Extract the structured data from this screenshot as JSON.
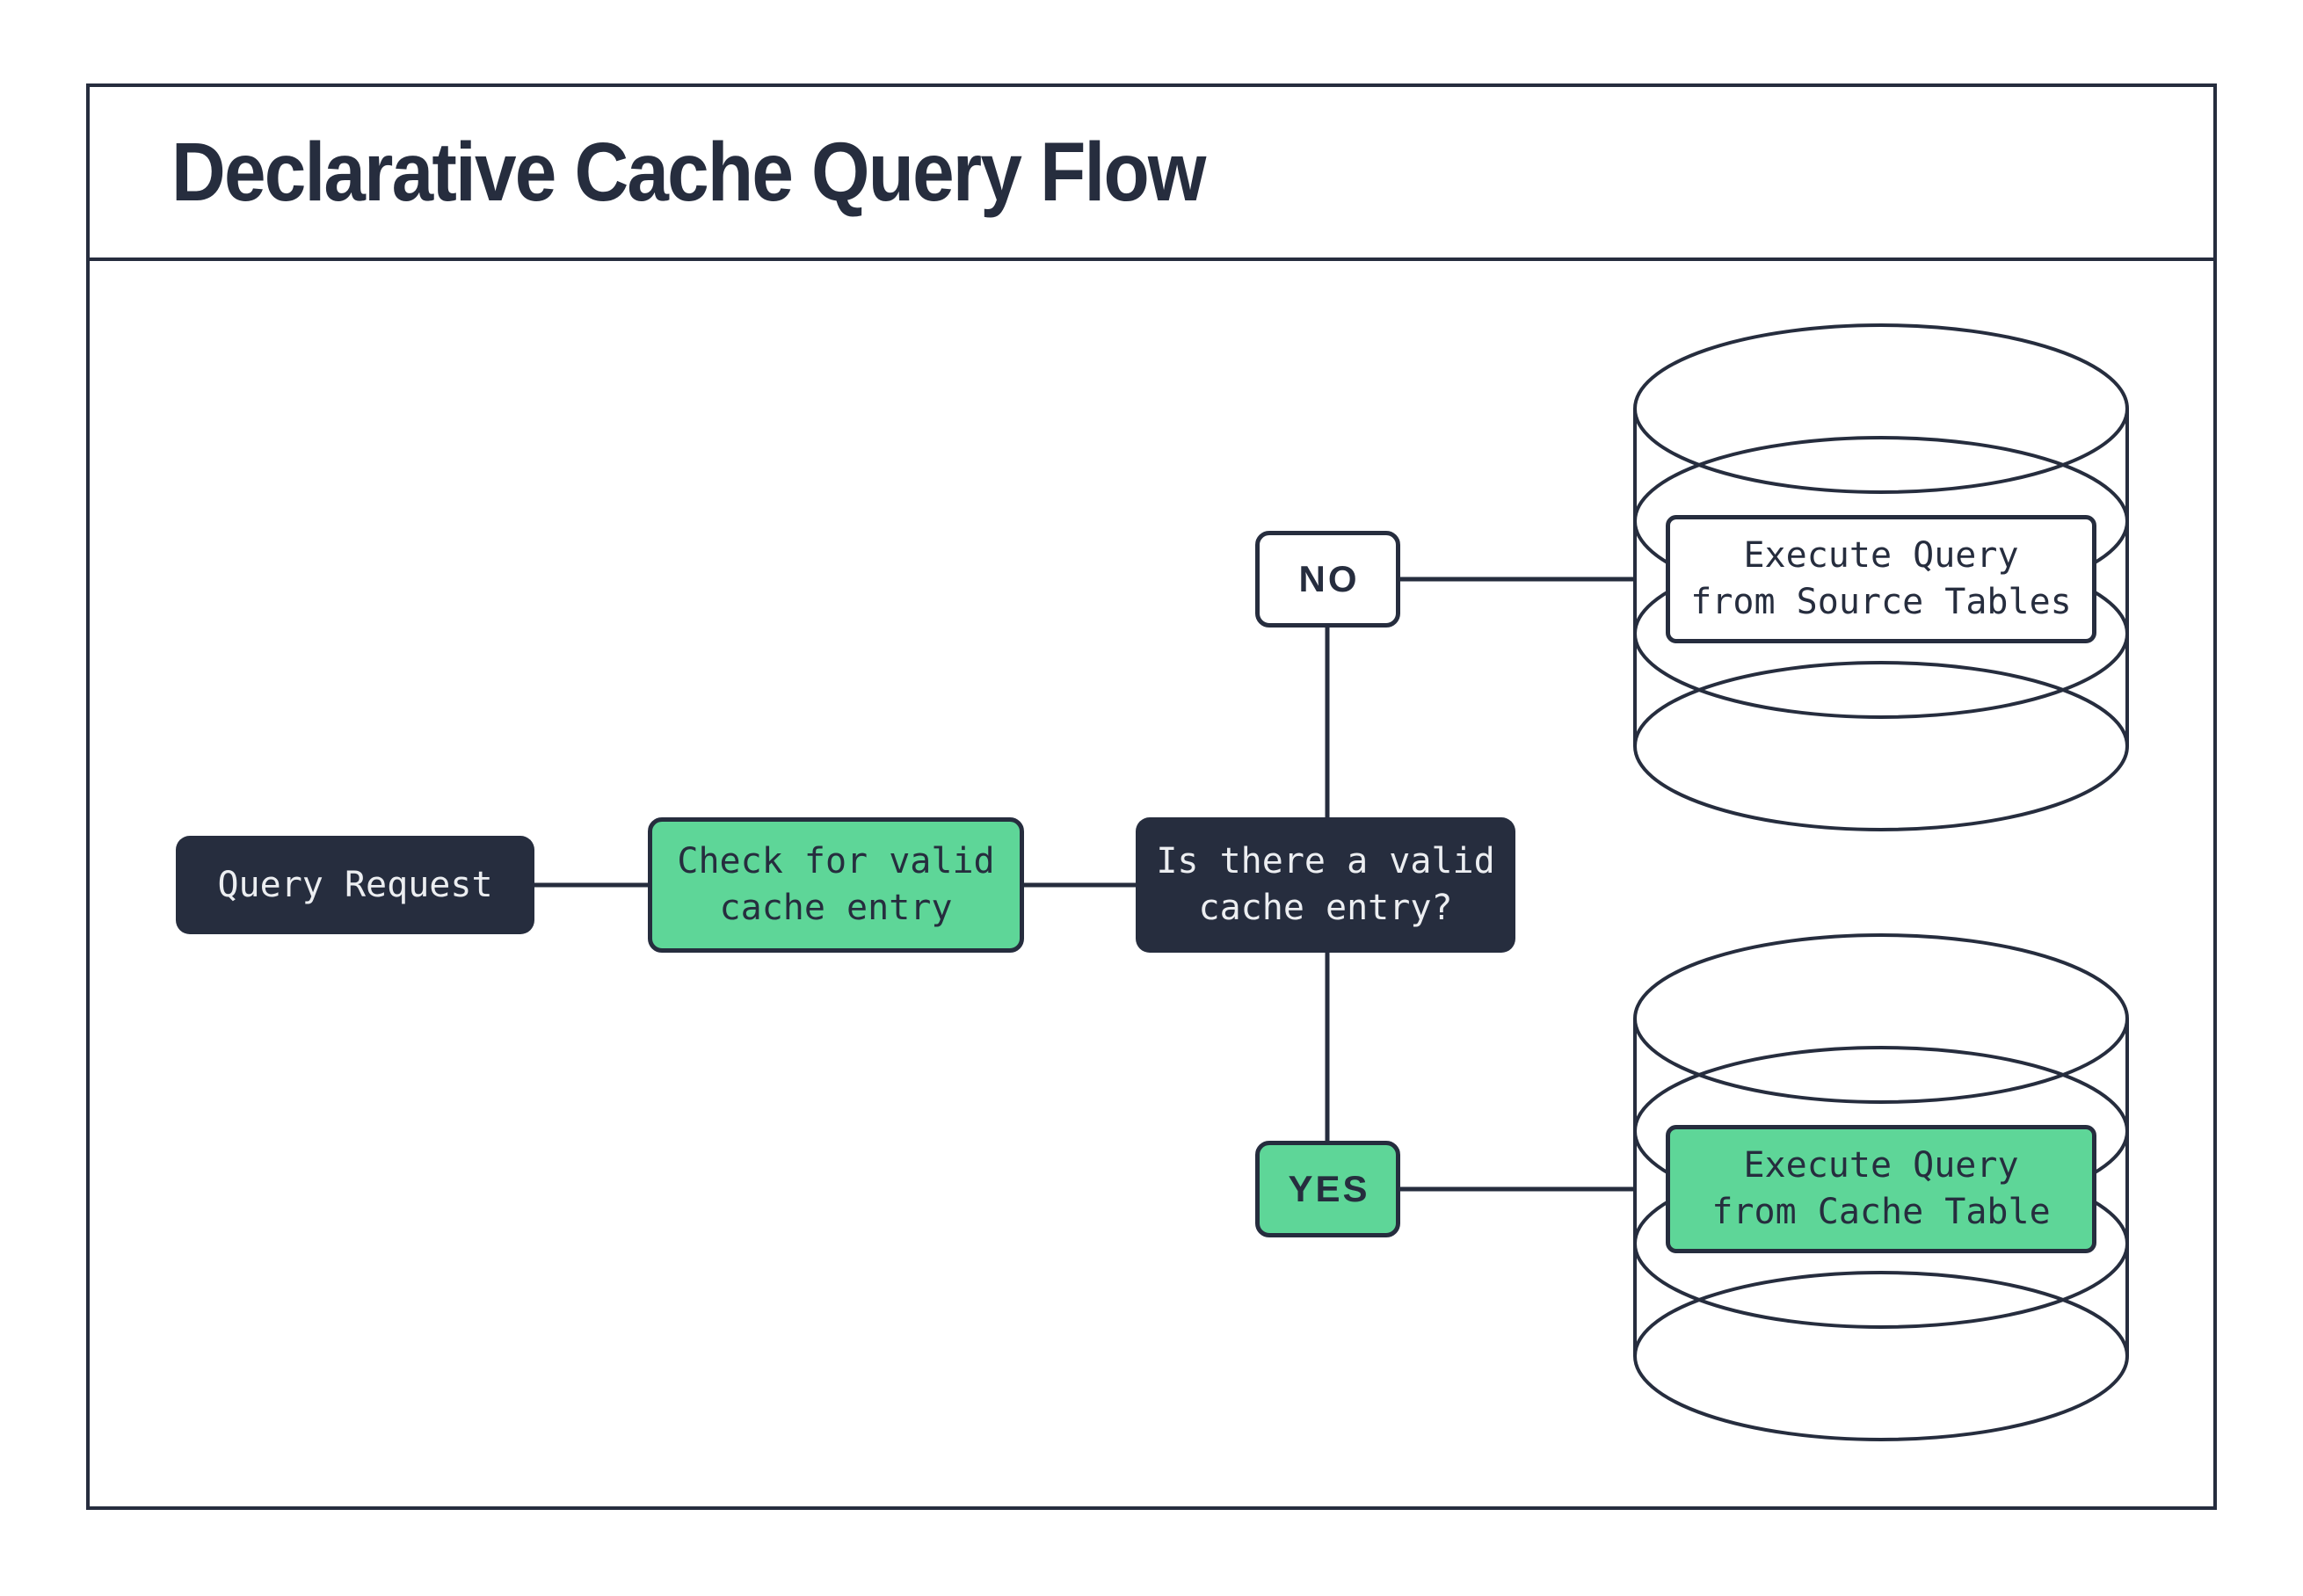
{
  "title": "Declarative Cache Query Flow",
  "colors": {
    "dark_navy": "#262d3e",
    "green": "#5ed698",
    "white": "#ffffff",
    "light_text": "#eceef1"
  },
  "nodes": {
    "query_request": {
      "label": "Query Request"
    },
    "check_cache": {
      "label": "Check for valid\ncache entry"
    },
    "decision": {
      "label": "Is there a valid\ncache entry?"
    }
  },
  "edges": {
    "no": {
      "label": "NO"
    },
    "yes": {
      "label": "YES"
    }
  },
  "databases": {
    "source": {
      "label": "Execute Query\nfrom Source Tables"
    },
    "cache": {
      "label": "Execute Query\nfrom Cache Table"
    }
  }
}
